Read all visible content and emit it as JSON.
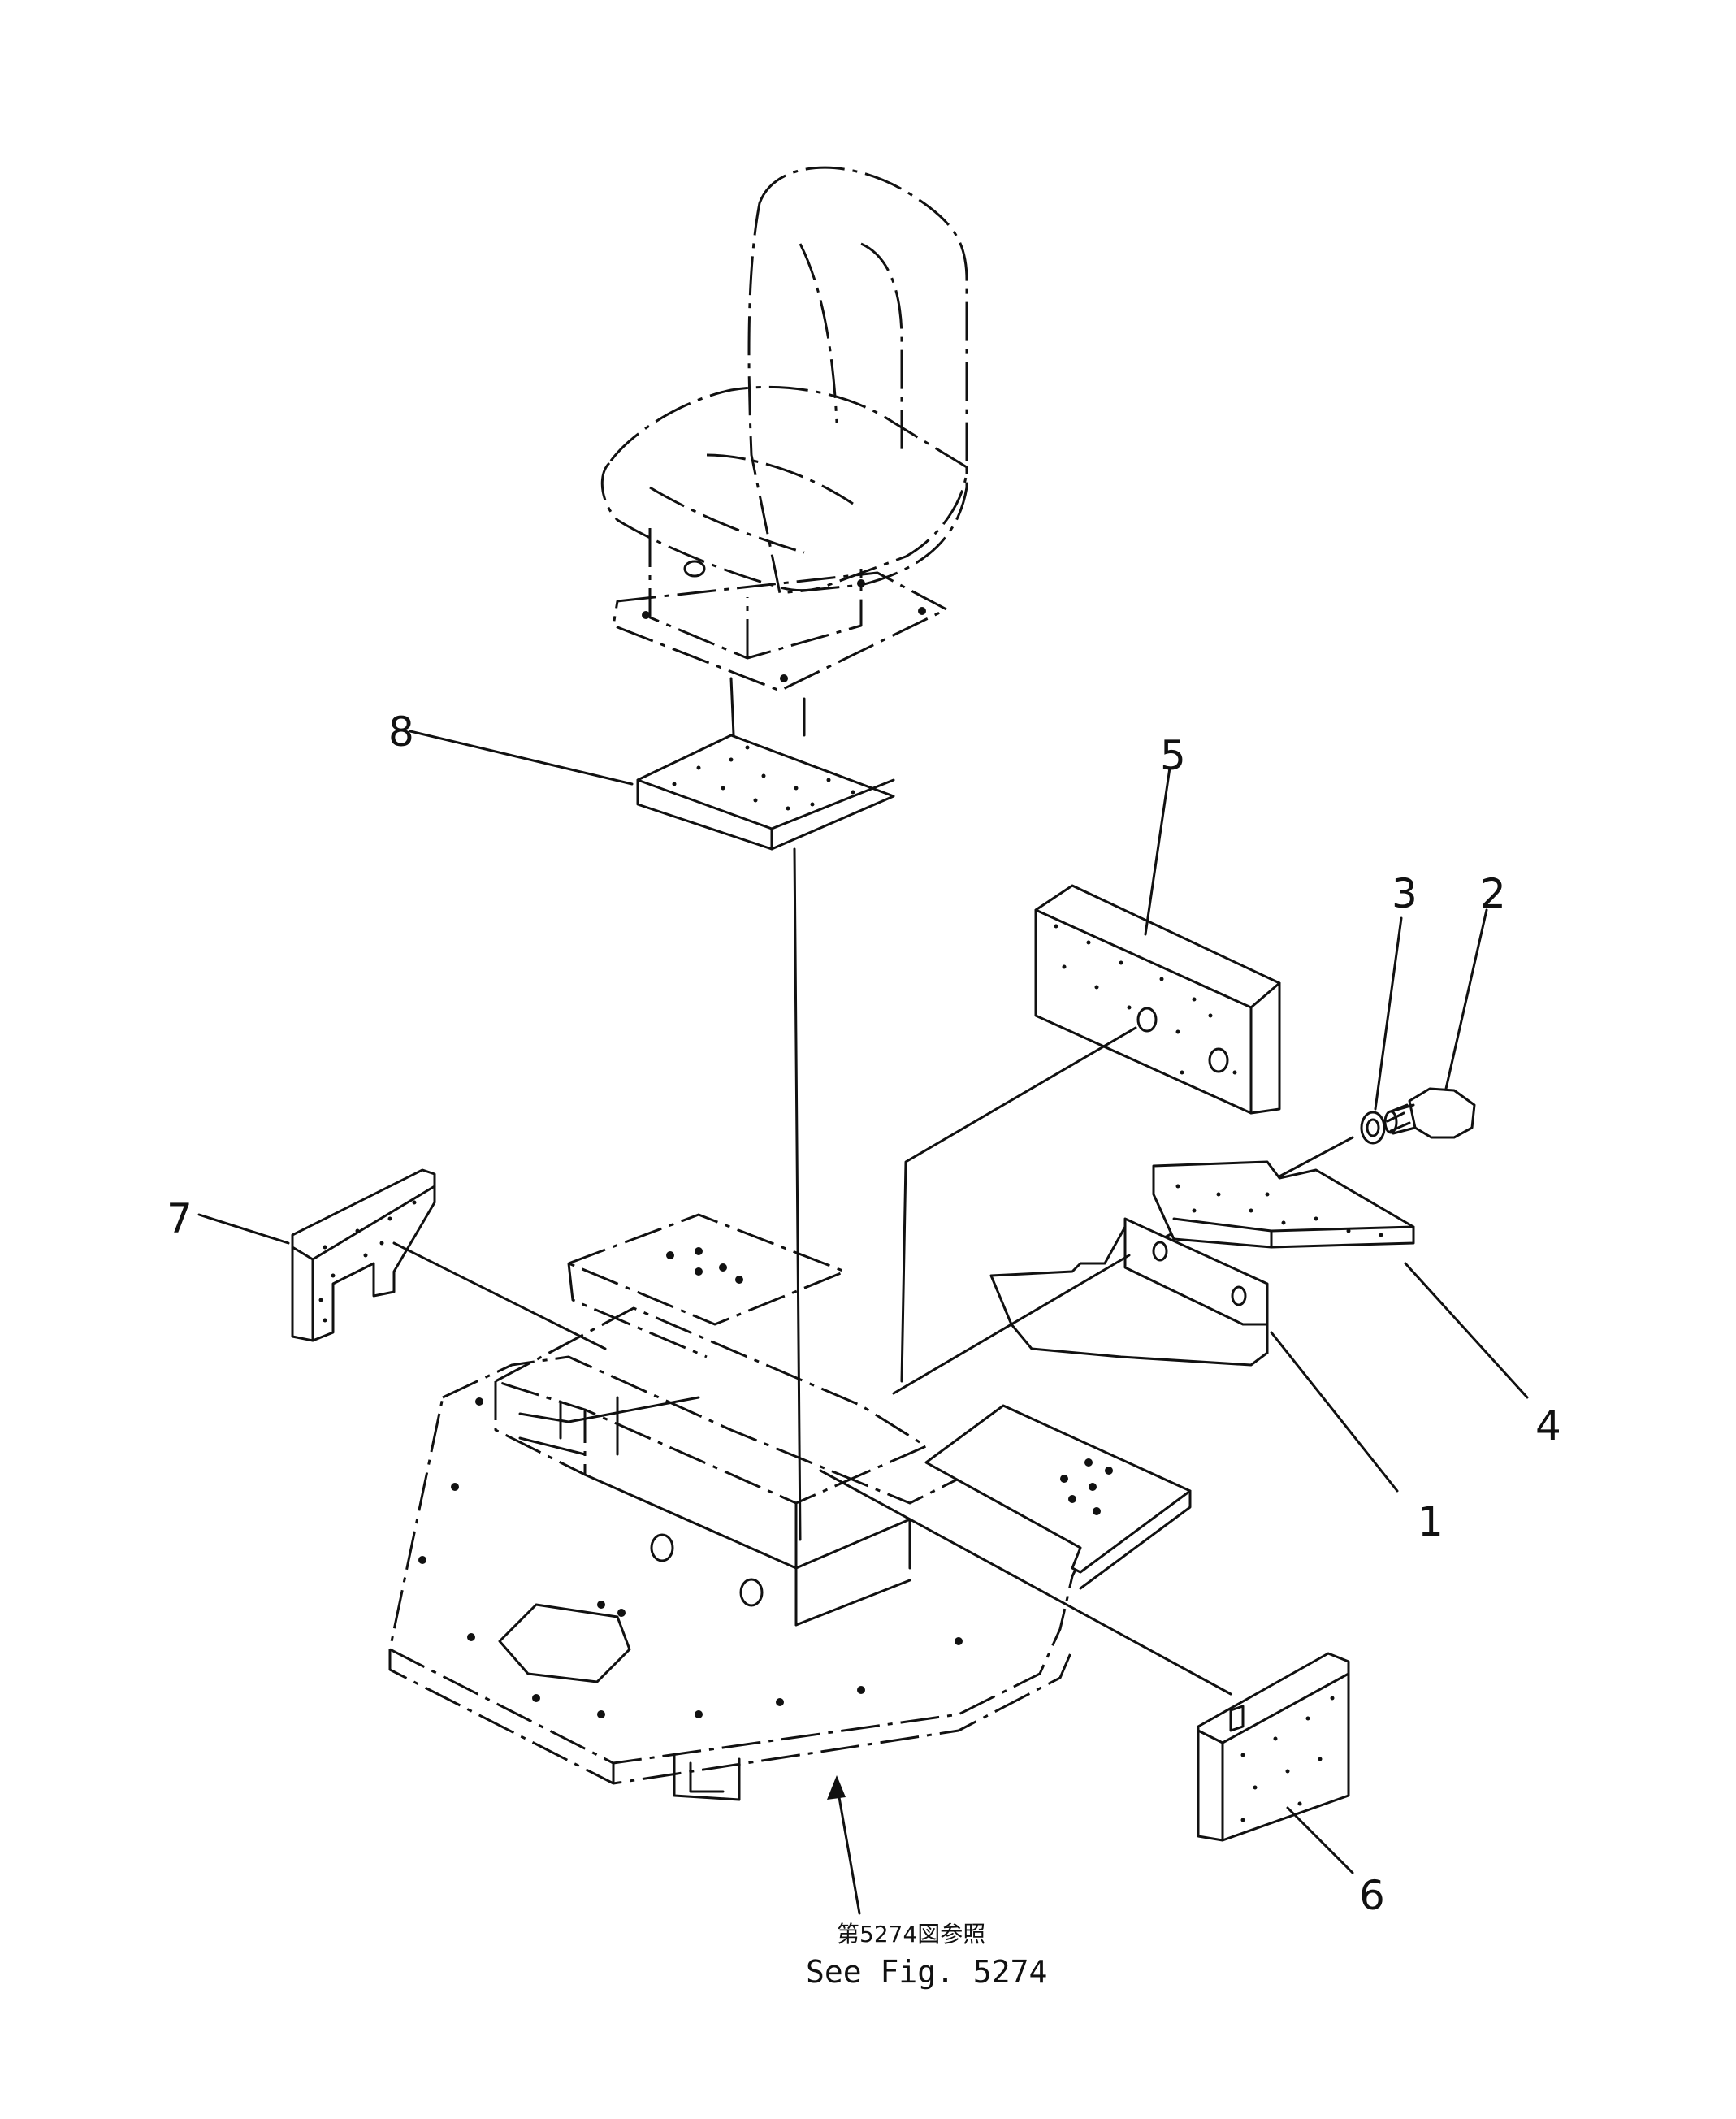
{
  "diagram": {
    "callouts": [
      {
        "id": "1",
        "label": "1"
      },
      {
        "id": "2",
        "label": "2"
      },
      {
        "id": "3",
        "label": "3"
      },
      {
        "id": "4",
        "label": "4"
      },
      {
        "id": "5",
        "label": "5"
      },
      {
        "id": "6",
        "label": "6"
      },
      {
        "id": "7",
        "label": "7"
      },
      {
        "id": "8",
        "label": "8"
      }
    ],
    "reference": {
      "japanese": "第5274図参照",
      "english": "See Fig. 5274"
    }
  }
}
